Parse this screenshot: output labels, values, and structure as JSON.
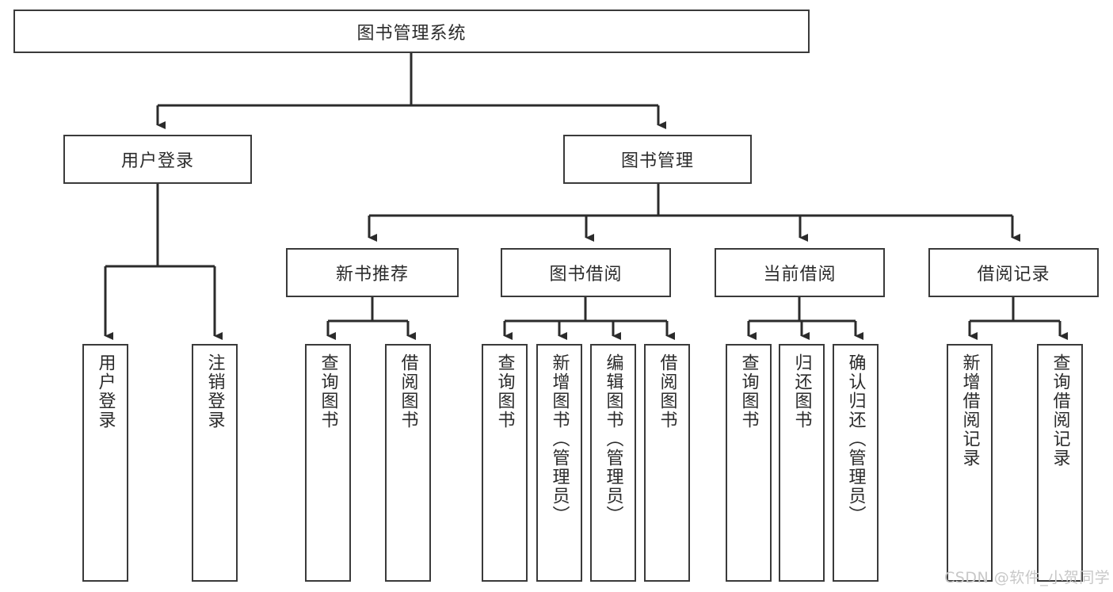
{
  "diagram": {
    "title": "图书管理系统",
    "type": "tree",
    "orientation": "top-down",
    "colors": {
      "box_border": "#3a3a3a",
      "box_fill": "#ffffff",
      "connector": "#2b2b2b",
      "text": "#2b2b2b",
      "watermark": "#c8c8c8",
      "background": "#ffffff"
    },
    "levels": [
      {
        "level": 1,
        "nodes": [
          {
            "id": "root",
            "label": "图书管理系统",
            "orientation": "horizontal"
          }
        ]
      },
      {
        "level": 2,
        "nodes": [
          {
            "id": "login",
            "label": "用户登录",
            "orientation": "horizontal",
            "parent": "root"
          },
          {
            "id": "bookmgmt",
            "label": "图书管理",
            "orientation": "horizontal",
            "parent": "root"
          }
        ]
      },
      {
        "level": 3,
        "nodes": [
          {
            "id": "newbook",
            "label": "新书推荐",
            "orientation": "horizontal",
            "parent": "bookmgmt"
          },
          {
            "id": "borrow",
            "label": "图书借阅",
            "orientation": "horizontal",
            "parent": "bookmgmt"
          },
          {
            "id": "current",
            "label": "当前借阅",
            "orientation": "horizontal",
            "parent": "bookmgmt"
          },
          {
            "id": "records",
            "label": "借阅记录",
            "orientation": "horizontal",
            "parent": "bookmgmt"
          }
        ]
      },
      {
        "level": 4,
        "nodes": [
          {
            "id": "leaf1",
            "label": "用户登录",
            "orientation": "vertical",
            "parent": "login"
          },
          {
            "id": "leaf2",
            "label": "注销登录",
            "orientation": "vertical",
            "parent": "login"
          },
          {
            "id": "leaf3",
            "label": "查询图书",
            "orientation": "vertical",
            "parent": "newbook"
          },
          {
            "id": "leaf4",
            "label": "借阅图书",
            "orientation": "vertical",
            "parent": "newbook"
          },
          {
            "id": "leaf5",
            "label": "查询图书",
            "orientation": "vertical",
            "parent": "borrow"
          },
          {
            "id": "leaf6",
            "label": "新增图书（管理员）",
            "orientation": "vertical",
            "parent": "borrow"
          },
          {
            "id": "leaf7",
            "label": "编辑图书（管理员）",
            "orientation": "vertical",
            "parent": "borrow"
          },
          {
            "id": "leaf8",
            "label": "借阅图书",
            "orientation": "vertical",
            "parent": "borrow"
          },
          {
            "id": "leaf9",
            "label": "查询图书",
            "orientation": "vertical",
            "parent": "current"
          },
          {
            "id": "leaf10",
            "label": "归还图书",
            "orientation": "vertical",
            "parent": "current"
          },
          {
            "id": "leaf11",
            "label": "确认归还（管理员）",
            "orientation": "vertical",
            "parent": "current"
          },
          {
            "id": "leaf12",
            "label": "新增借阅记录",
            "orientation": "vertical",
            "parent": "records"
          },
          {
            "id": "leaf13",
            "label": "查询借阅记录",
            "orientation": "vertical",
            "parent": "records"
          }
        ]
      }
    ]
  },
  "watermark": {
    "text": "CSDN @软件_小贺同学"
  }
}
